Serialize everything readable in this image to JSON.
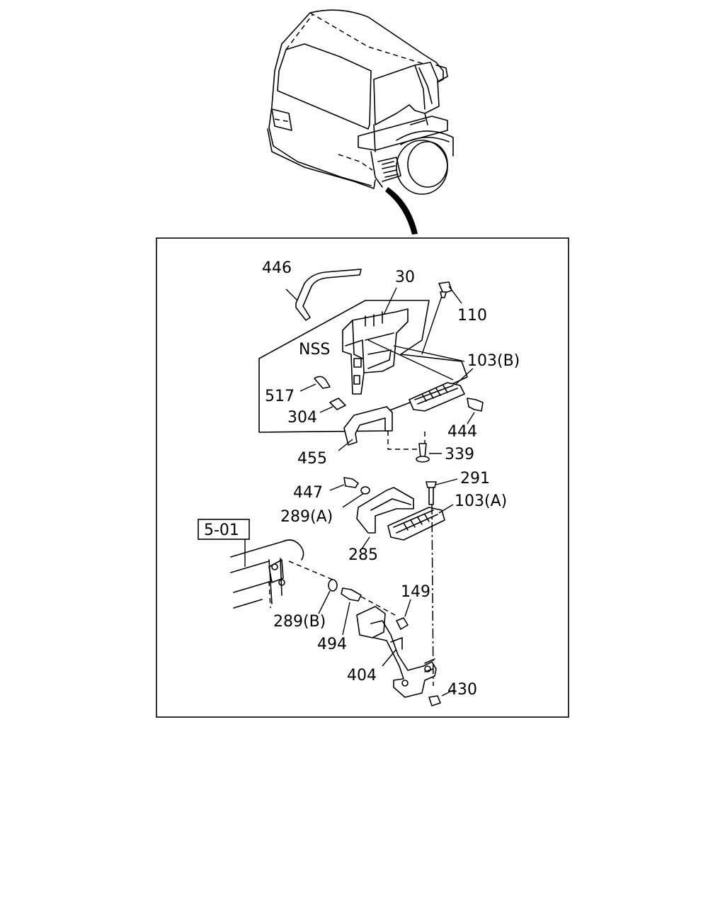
{
  "callouts": {
    "p446": "446",
    "p30": "30",
    "p110": "110",
    "nss": "NSS",
    "p103b": "103(B)",
    "p517": "517",
    "p304": "304",
    "p444": "444",
    "p455": "455",
    "p339": "339",
    "p291": "291",
    "p447": "447",
    "p103a": "103(A)",
    "p289a": "289(A)",
    "p285": "285",
    "p149": "149",
    "p289b": "289(B)",
    "p494": "494",
    "p404": "404",
    "p430": "430"
  },
  "reference_box": "5-01"
}
